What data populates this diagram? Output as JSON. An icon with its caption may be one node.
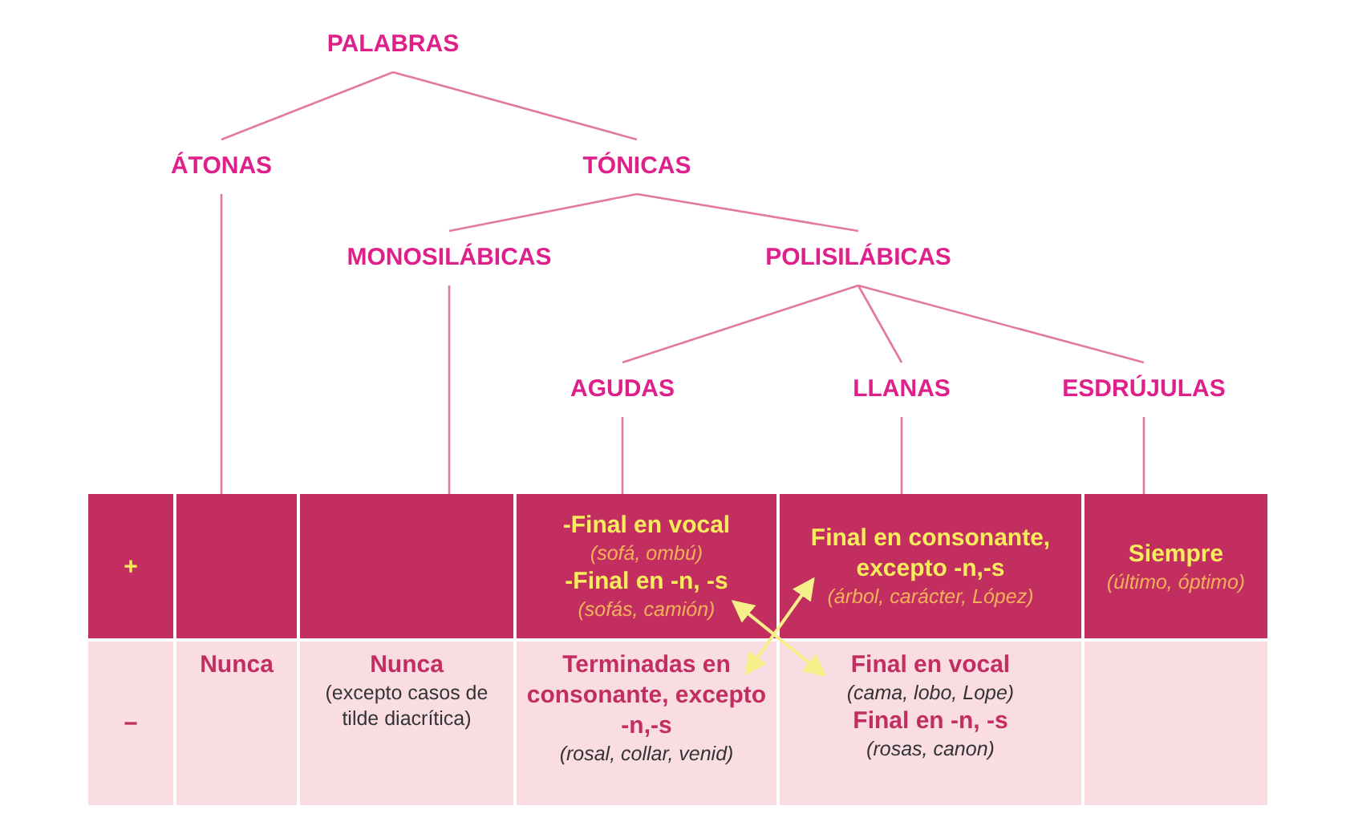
{
  "diagram": {
    "nodes": [
      {
        "text": [
          "PALABRAS"
        ]
      },
      {
        "text": [
          "ÁTONAS"
        ]
      },
      {
        "text": [
          "TÓNICAS"
        ]
      },
      {
        "text": [
          "MONOSILÁBICAS"
        ]
      },
      {
        "text": [
          "POLISILÁBICAS"
        ]
      },
      {
        "text": [
          "AGUDAS"
        ]
      },
      {
        "text": [
          "LLANAS"
        ]
      },
      {
        "text": [
          "ESDRÚJULAS"
        ]
      },
      {
        "text": [
          "+"
        ]
      },
      {
        "text": [],
        "shape": "box"
      },
      {
        "text": [],
        "shape": "box"
      },
      {
        "text": [
          "-Final en vocal",
          "(sofá, ombú)",
          "-Final en -n, -s",
          "(sofás, camión)"
        ]
      },
      {
        "text": [
          "Final en consonante, excepto -n,-s",
          "(árbol, carácter, López)"
        ]
      },
      {
        "text": [
          "Siempre",
          "(último, óptimo)"
        ]
      },
      {
        "text": [
          "−"
        ]
      },
      {
        "text": [
          "Nunca"
        ]
      },
      {
        "text": [
          "Nunca",
          "(excepto casos de tilde diacrítica)"
        ]
      },
      {
        "text": [
          "Terminadas en consonante, excepto -n,-s",
          "(rosal, collar, venid)"
        ]
      },
      {
        "text": [
          "Final en vocal",
          "(cama, lobo, Lope)",
          "Final en -n, -s",
          "(rosas, canon)"
        ]
      },
      {
        "text": [],
        "shape": "box"
      }
    ],
    "edges": [
      {
        "from": 0,
        "to": 1,
        "arrow": "none"
      },
      {
        "from": 0,
        "to": 2,
        "arrow": "none"
      },
      {
        "from": 2,
        "to": 3,
        "arrow": "none"
      },
      {
        "from": 2,
        "to": 4,
        "arrow": "none"
      },
      {
        "from": 4,
        "to": 5,
        "arrow": "none"
      },
      {
        "from": 4,
        "to": 6,
        "arrow": "none"
      },
      {
        "from": 4,
        "to": 7,
        "arrow": "none"
      },
      {
        "from": 1,
        "to": 9,
        "arrow": "none"
      },
      {
        "from": 3,
        "to": 10,
        "arrow": "none"
      },
      {
        "from": 5,
        "to": 11,
        "arrow": "none"
      },
      {
        "from": 6,
        "to": 12,
        "arrow": "none"
      },
      {
        "from": 7,
        "to": 13,
        "arrow": "none"
      },
      {
        "from": 11,
        "to": 18,
        "arrow": "both",
        "color": "#f5f08a"
      },
      {
        "from": 17,
        "to": 12,
        "arrow": "both",
        "color": "#f5f08a"
      }
    ]
  }
}
